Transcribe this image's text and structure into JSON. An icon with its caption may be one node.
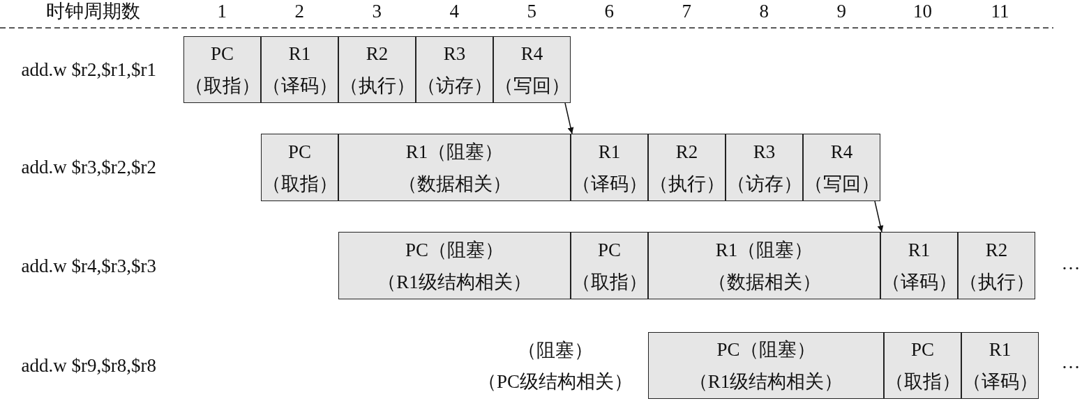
{
  "diagram": {
    "nodes": [
      {
        "text": [
          "PC",
          "（取指）"
        ]
      },
      {
        "text": [
          "R1",
          "（译码）"
        ]
      },
      {
        "text": [
          "R2",
          "（执行）"
        ]
      },
      {
        "text": [
          "R3",
          "（访存）"
        ]
      },
      {
        "text": [
          "R4",
          "（写回）"
        ]
      },
      {
        "text": [
          "PC",
          "（取指）"
        ]
      },
      {
        "text": [
          "R1（阻塞）",
          "（数据相关）"
        ]
      },
      {
        "text": [
          "R1",
          "（译码）"
        ]
      },
      {
        "text": [
          "R2",
          "（执行）"
        ]
      },
      {
        "text": [
          "R3",
          "（访存）"
        ]
      },
      {
        "text": [
          "R4",
          "（写回）"
        ]
      },
      {
        "text": [
          "PC（阻塞）",
          "（R1级结构相关）"
        ]
      },
      {
        "text": [
          "PC",
          "（取指）"
        ]
      },
      {
        "text": [
          "R1（阻塞）",
          "（数据相关）"
        ]
      },
      {
        "text": [
          "R1",
          "（译码）"
        ]
      },
      {
        "text": [
          "R2",
          "（执行）"
        ]
      },
      {
        "text": [
          "PC（阻塞）",
          "（R1级结构相关）"
        ]
      },
      {
        "text": [
          "PC",
          "（取指）"
        ]
      },
      {
        "text": [
          "R1",
          "（译码）"
        ]
      }
    ],
    "edges": [
      {
        "from": 4,
        "to": 7,
        "arrow": "to"
      },
      {
        "from": 10,
        "to": 14,
        "arrow": "to"
      }
    ],
    "labels": [
      "时钟周期数",
      "1",
      "2",
      "3",
      "4",
      "5",
      "6",
      "7",
      "8",
      "9",
      "10",
      "11",
      "add.w $r2,$r1,$r1",
      "add.w $r3,$r2,$r2",
      "add.w $r4,$r3,$r3",
      "…",
      "（阻塞）",
      "add.w $r9,$r8,$r8",
      "（PC级结构相关）",
      "…"
    ]
  }
}
